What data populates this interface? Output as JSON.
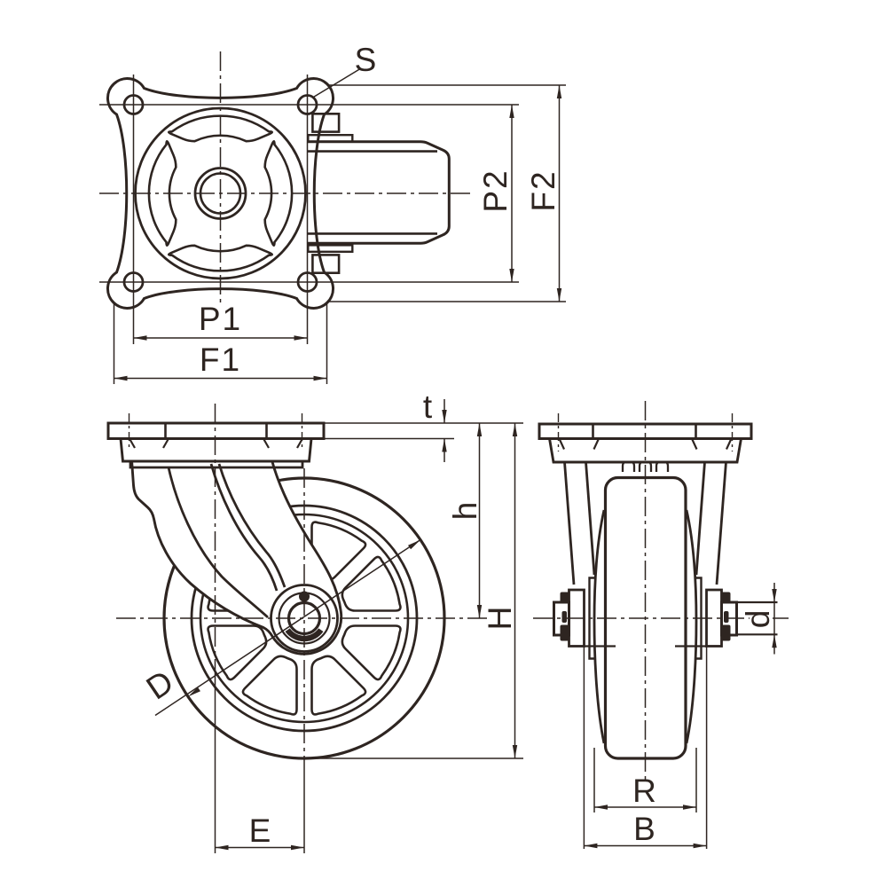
{
  "page": {
    "background": "#ffffff",
    "ink_color": "#2e2521"
  },
  "drawing": {
    "type": "technical-drawing",
    "views": {
      "top": {
        "labels": {
          "s": "S",
          "p1": "P1",
          "f1": "F1",
          "p2": "P2",
          "f2": "F2"
        }
      },
      "side": {
        "labels": {
          "t": "t",
          "h": "h",
          "H_total": "H",
          "D_wheel": "D",
          "E_offset": "E"
        }
      },
      "front": {
        "labels": {
          "d_axle": "d",
          "R_tread": "R",
          "B_hub": "B"
        }
      }
    }
  }
}
